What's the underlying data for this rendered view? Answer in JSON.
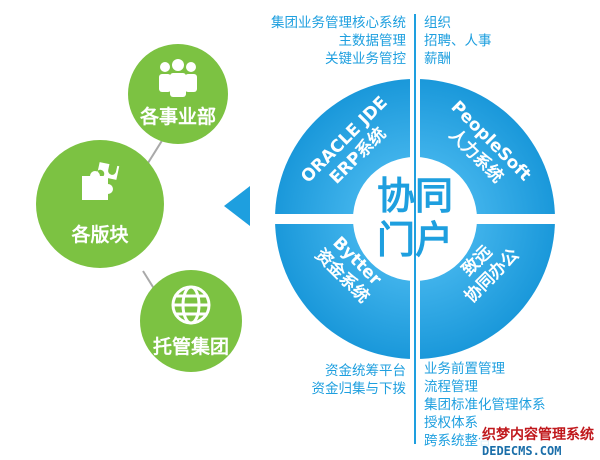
{
  "left": {
    "top_circle": {
      "label": "各事业部",
      "icon": "people-group-icon"
    },
    "middle_circle": {
      "label": "各版块",
      "icon": "puzzle-icon"
    },
    "bottom_circle": {
      "label": "托管集团",
      "icon": "globe-icon"
    }
  },
  "center": {
    "line1": "协同",
    "line2": "门户"
  },
  "quadrants": {
    "top_left": {
      "line1": "ORACLE JDE",
      "line2": "ERP系统"
    },
    "top_right": {
      "line1": "PeopleSoft",
      "line2": "人力系统"
    },
    "bottom_left": {
      "line1": "Bytter",
      "line2": "资金系统"
    },
    "bottom_right": {
      "line1": "致远",
      "line2": "协同办公"
    }
  },
  "notes": {
    "top_left": [
      "集团业务管理核心系统",
      "主数据管理",
      "关键业务管控"
    ],
    "top_right": [
      "组织",
      "招聘、人事",
      "薪酬"
    ],
    "bottom_left": [
      "资金统筹平台",
      "资金归集与下拨"
    ],
    "bottom_right": [
      "业务前置管理",
      "流程管理",
      "集团标准化管理体系",
      "授权体系",
      "跨系统整合"
    ]
  },
  "watermark": {
    "line1": "织梦内容管理系统",
    "line2": "DEDECMS.COM"
  },
  "colors": {
    "green": "#7cc242",
    "blue": "#1e9fdf",
    "gray": "#a9a9a9"
  }
}
